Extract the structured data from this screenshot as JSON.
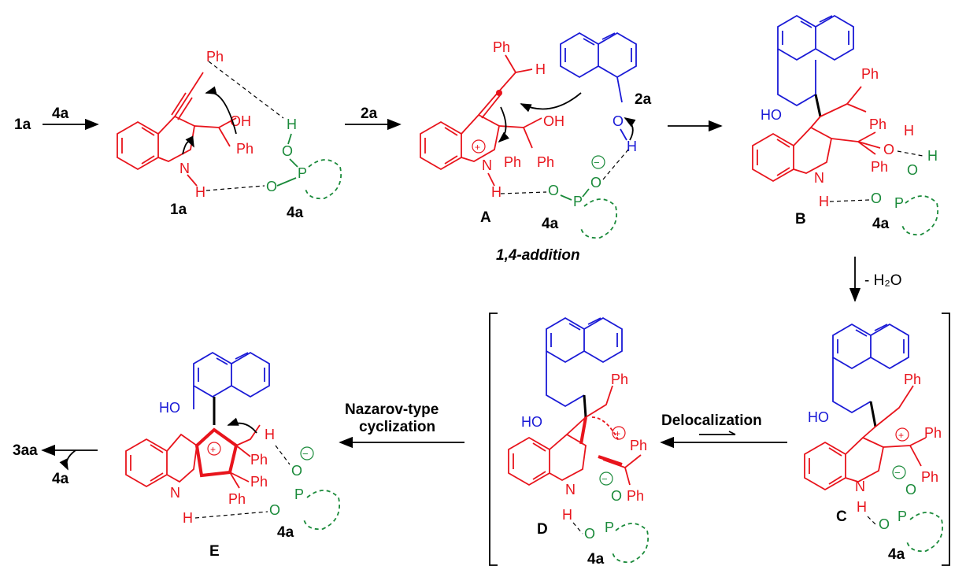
{
  "labels": {
    "r1a": "1a",
    "r4a": "4a",
    "r2a": "2a",
    "int1a": "1a",
    "int4a_1": "4a",
    "A": "A",
    "A_4a": "4a",
    "A_2a": "2a",
    "addition": "1,4-addition",
    "B": "B",
    "B_4a": "4a",
    "minusH2O": "- H₂O",
    "C": "C",
    "C_4a": "4a",
    "D": "D",
    "D_4a": "4a",
    "delocalization": "Delocalization",
    "E": "E",
    "E_4a": "4a",
    "nazarov_line1": "Nazarov-type",
    "nazarov_line2": "cyclization",
    "product": "3aa",
    "product_4a": "4a"
  },
  "atoms": {
    "Ph": "Ph",
    "OH": "OH",
    "HO": "HO",
    "H": "H",
    "N": "N",
    "O": "O",
    "P": "P",
    "plus": "+",
    "minus": "−"
  },
  "colors": {
    "indole": "#e8141c",
    "naphthol": "#1a1ad6",
    "phosphoric_acid": "#1a8a3a",
    "arrows": "#000000"
  }
}
